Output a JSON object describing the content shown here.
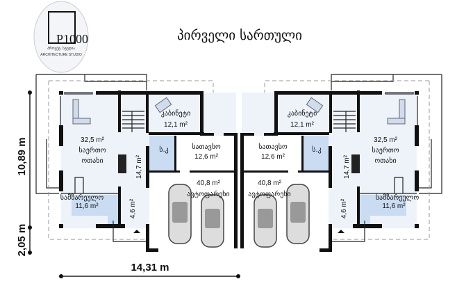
{
  "title": "პირველი სართული",
  "logo": {
    "mark": "P1000",
    "subtitle_ge": "პროექტ. სტუდია",
    "subtitle_en": "ARCHITECTURE STUDIO"
  },
  "rooms": {
    "cabinet": {
      "name": "კაბინეტი",
      "area": "12,1 m²"
    },
    "living": {
      "area": "32,5 m²",
      "name1": "საერთო",
      "name2": "ოთახი"
    },
    "wc": {
      "name": "ს.კ"
    },
    "storage": {
      "name": "სათავსო",
      "area": "12,6 m²"
    },
    "hall": {
      "area": "14,7 m²"
    },
    "garage": {
      "area": "40,8 m²",
      "name": "ავტოფარეხი"
    },
    "kitchen": {
      "name": "სამზარეულო",
      "area": "11,6 m²"
    },
    "entry": {
      "area": "4,6 m²"
    }
  },
  "dimensions": {
    "depth": "10,89 m",
    "porch": "2,05 m",
    "width": "14,31 m"
  },
  "colors": {
    "wall": "#111111",
    "room_fill": "#eef3fa",
    "wet_fill": "#c9dcf2"
  }
}
